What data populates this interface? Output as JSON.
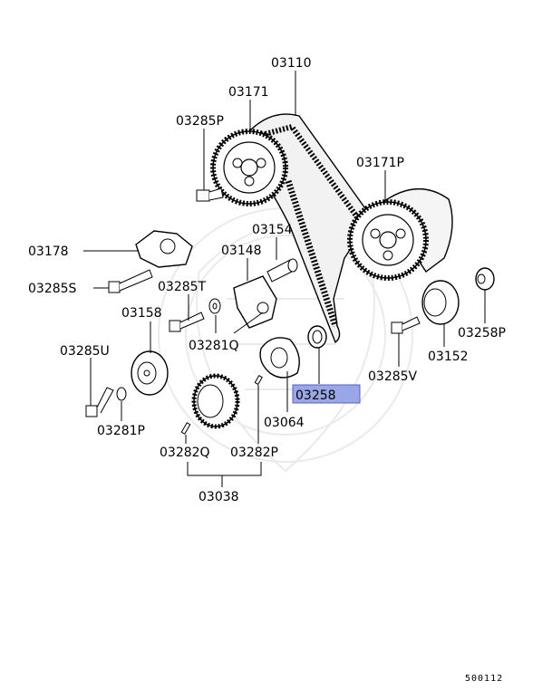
{
  "diagram": {
    "parts": {
      "p03110": "03110",
      "p03171": "03171",
      "p03285P": "03285P",
      "p03171P": "03171P",
      "p03178": "03178",
      "p03154": "03154",
      "p03148": "03148",
      "p03285S": "03285S",
      "p03285T": "03285T",
      "p03158": "03158",
      "p03281Q": "03281Q",
      "p03285U": "03285U",
      "p03258": "03258",
      "p03064": "03064",
      "p03281P": "03281P",
      "p03282Q": "03282Q",
      "p03282P": "03282P",
      "p03038": "03038",
      "p03258P": "03258P",
      "p03152": "03152",
      "p03285V": "03285V"
    },
    "highlighted_part": "03258",
    "highlight_color": "#9aa6e6",
    "diagram_code": "500112"
  }
}
